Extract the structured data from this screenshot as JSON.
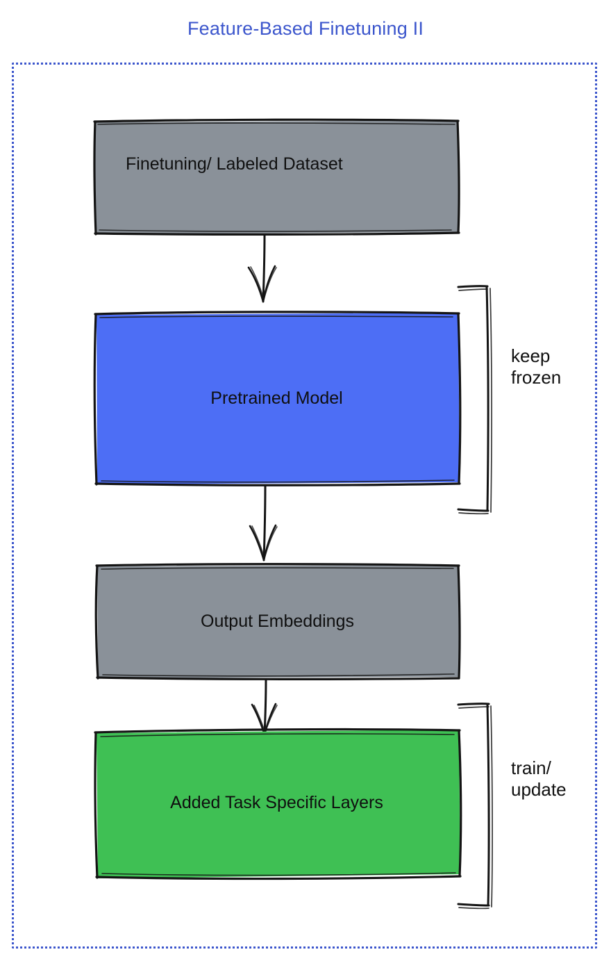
{
  "diagram": {
    "title": "Feature-Based Finetuning II",
    "title_color": "#3b55cc",
    "frame": {
      "style": "dotted",
      "color": "#3b55cc"
    },
    "nodes": [
      {
        "id": "dataset",
        "label": "Finetuning/ Labeled Dataset",
        "fill": "#8a9199",
        "stroke": "#1a1a1a"
      },
      {
        "id": "pretrained",
        "label": "Pretrained Model",
        "fill": "#4d6ef5",
        "stroke": "#1a1a1a"
      },
      {
        "id": "embeddings",
        "label": "Output Embeddings",
        "fill": "#8a9199",
        "stroke": "#1a1a1a"
      },
      {
        "id": "tasklayers",
        "label": "Added Task Specific Layers",
        "fill": "#3fc054",
        "stroke": "#1a1a1a"
      }
    ],
    "edges": [
      {
        "from": "dataset",
        "to": "pretrained"
      },
      {
        "from": "pretrained",
        "to": "embeddings"
      },
      {
        "from": "embeddings",
        "to": "tasklayers"
      }
    ],
    "annotations": [
      {
        "id": "keep-frozen",
        "text": "keep\nfrozen",
        "targets": [
          "pretrained"
        ]
      },
      {
        "id": "train-update",
        "text": "train/\nupdate",
        "targets": [
          "tasklayers"
        ]
      }
    ]
  },
  "chart_data": {
    "type": "diagram",
    "title": "Feature-Based Finetuning II",
    "flow": [
      "Finetuning/ Labeled Dataset",
      "Pretrained Model",
      "Output Embeddings",
      "Added Task Specific Layers"
    ],
    "annotations": {
      "Pretrained Model": "keep frozen",
      "Added Task Specific Layers": "train/ update"
    },
    "colors": {
      "Finetuning/ Labeled Dataset": "#8a9199",
      "Pretrained Model": "#4d6ef5",
      "Output Embeddings": "#8a9199",
      "Added Task Specific Layers": "#3fc054",
      "title": "#3b55cc",
      "frame": "#3b55cc"
    }
  }
}
